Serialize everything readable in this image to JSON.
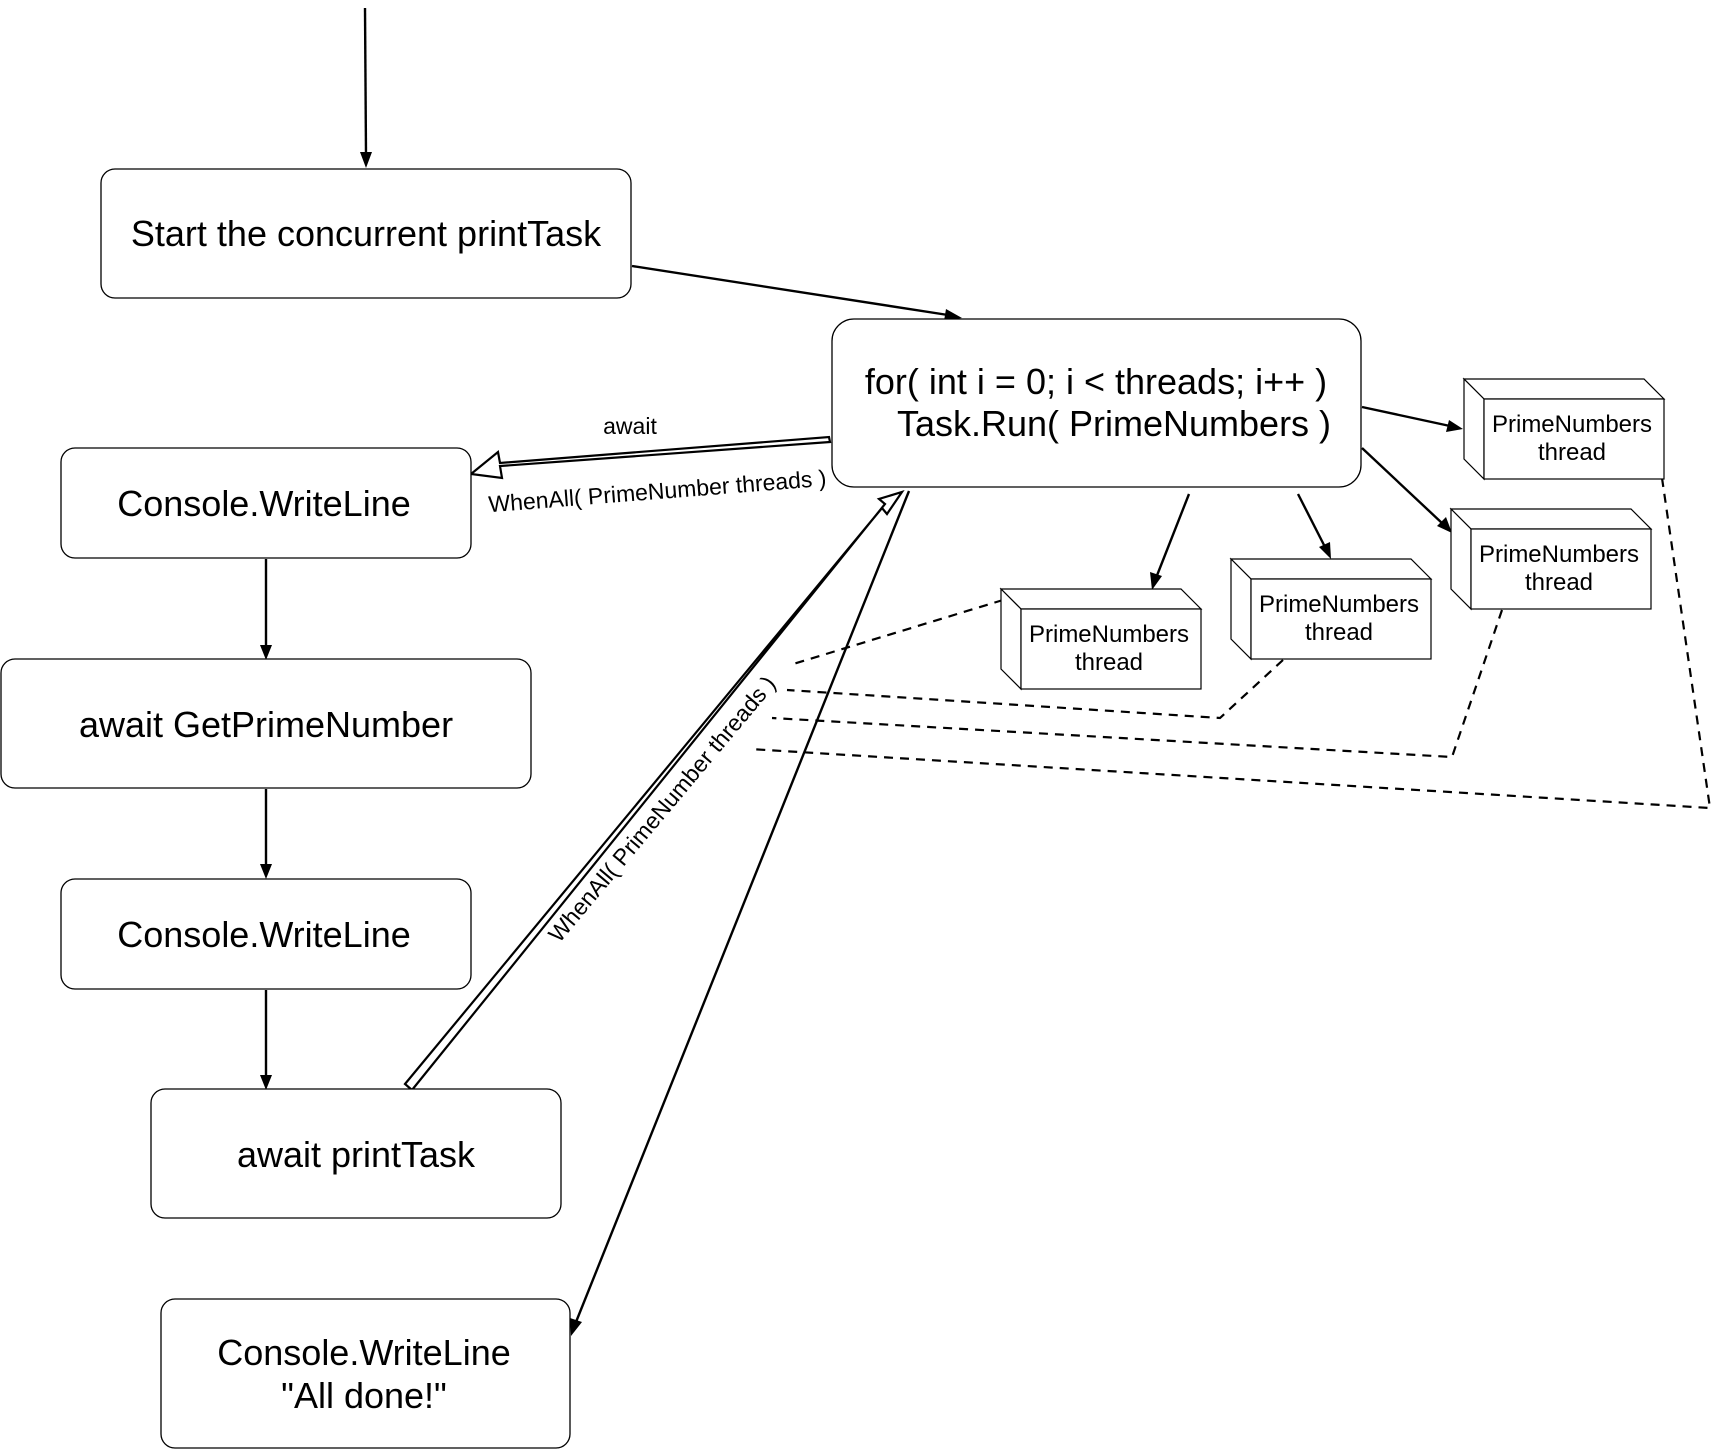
{
  "nodes": {
    "start": {
      "text": "Start the concurrent printTask"
    },
    "loop": {
      "line1": "for( int i = 0; i < threads; i++ )",
      "line2": "Task.Run( PrimeNumbers )"
    },
    "writeline1": {
      "text": "Console.WriteLine"
    },
    "await_prime": {
      "text": "await GetPrimeNumber"
    },
    "writeline2": {
      "text": "Console.WriteLine"
    },
    "await_print": {
      "text": "await printTask"
    },
    "done": {
      "line1": "Console.WriteLine",
      "line2": "\"All done!\""
    }
  },
  "threads": [
    {
      "line1": "PrimeNumbers",
      "line2": "thread"
    },
    {
      "line1": "PrimeNumbers",
      "line2": "thread"
    },
    {
      "line1": "PrimeNumbers",
      "line2": "thread"
    },
    {
      "line1": "PrimeNumbers",
      "line2": "thread"
    }
  ],
  "edge_labels": {
    "await": "await",
    "whenall_horizontal": "WhenAll( PrimeNumber threads )",
    "whenall_diagonal": "WhenAll( PrimeNumber threads )"
  }
}
